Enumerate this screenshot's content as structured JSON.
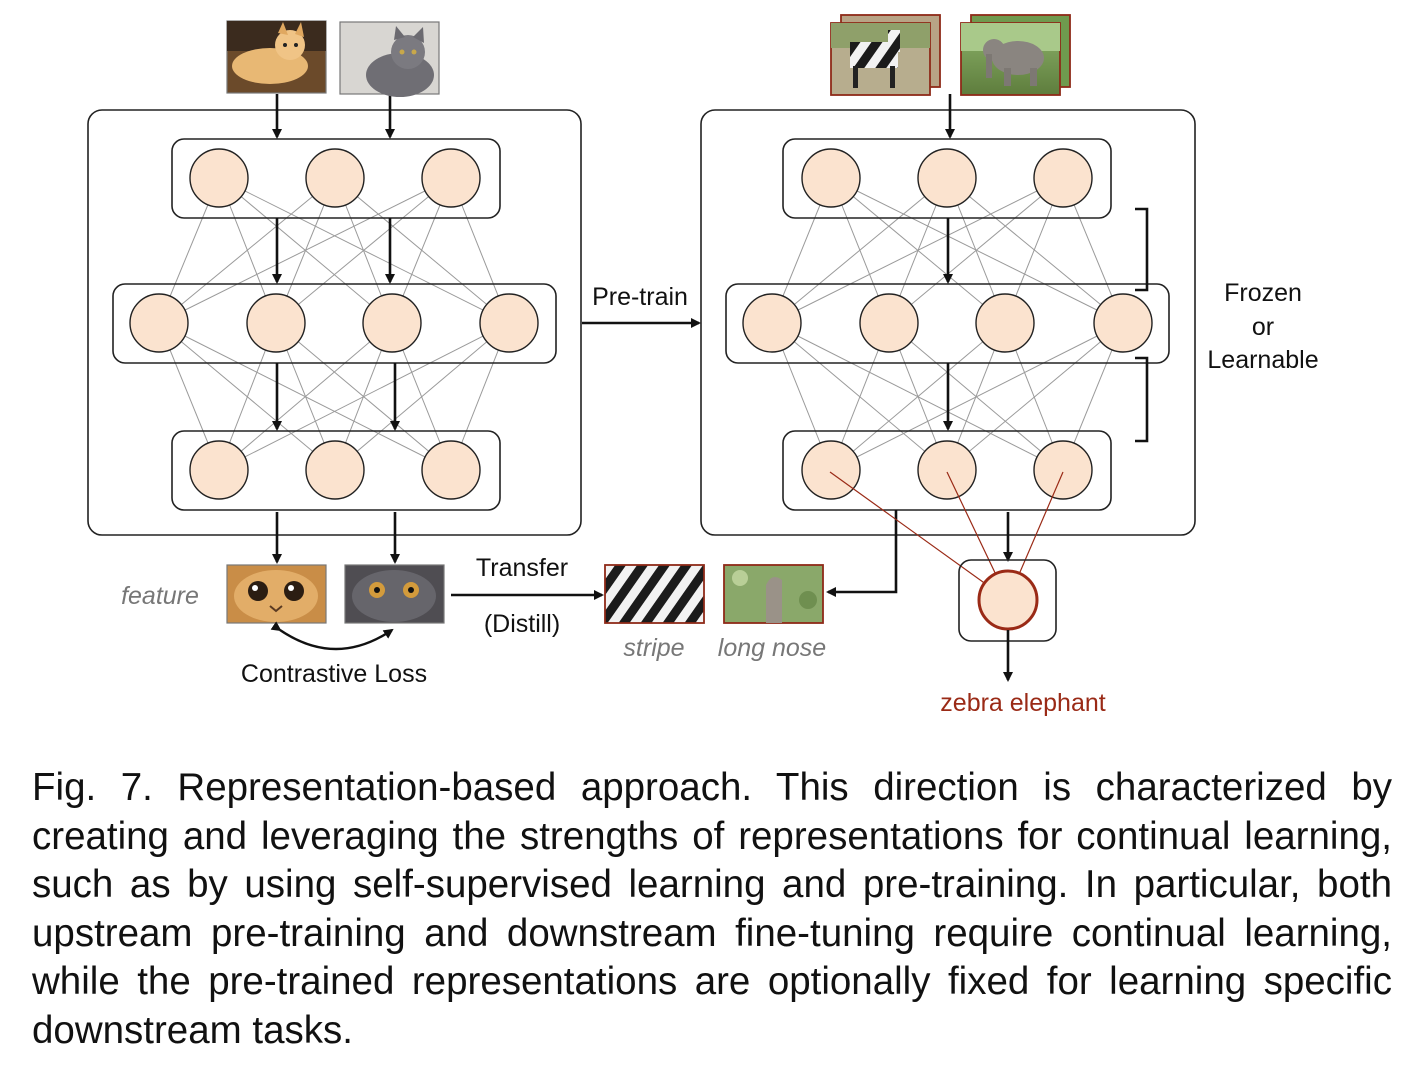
{
  "labels": {
    "pretrain": "Pre-train",
    "frozen": "Frozen",
    "or": "or",
    "learnable": "Learnable",
    "feature": "feature",
    "transfer": "Transfer",
    "distill": "(Distill)",
    "contrastive_loss": "Contrastive Loss",
    "stripe": "stripe",
    "long_nose": "long nose",
    "output": "zebra elephant"
  },
  "images": {
    "input_left": [
      "cat",
      "gray cat"
    ],
    "input_right": [
      "zebra",
      "elephant"
    ],
    "features_left": [
      "cat face",
      "gray cat face"
    ],
    "features_right": [
      "zebra stripe",
      "elephant trunk"
    ]
  },
  "colors": {
    "node_fill": "#fbe3cf",
    "output_red": "#9a2a16",
    "edge_gray": "#9a9a9a"
  },
  "caption": {
    "fig": "Fig. 7.",
    "text": "Representation-based approach. This direction is characterized by creating and leveraging the strengths of representations for continual learning, such as by using self-supervised learning and pre-training. In particular, both upstream pre-training and downstream fine-tuning require continual learning, while the pre-trained representations are optionally fixed for learning specific downstream tasks."
  }
}
